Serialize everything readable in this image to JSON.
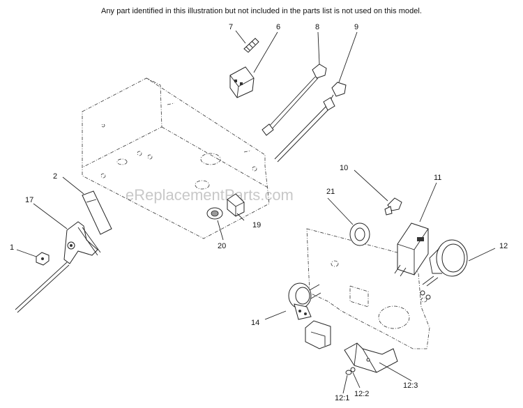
{
  "notice": "Any part identified in this illustration but not included in the parts list is not used on this model.",
  "watermark": "eReplacementParts.com",
  "callouts": {
    "p1": "1",
    "p2": "2",
    "p6": "6",
    "p7": "7",
    "p8": "8",
    "p9": "9",
    "p10": "10",
    "p11": "11",
    "p12": "12",
    "p12_1": "12:1",
    "p12_2": "12:2",
    "p12_3": "12:3",
    "p14": "14",
    "p17": "17",
    "p19": "19",
    "p20": "20",
    "p21": "21"
  }
}
